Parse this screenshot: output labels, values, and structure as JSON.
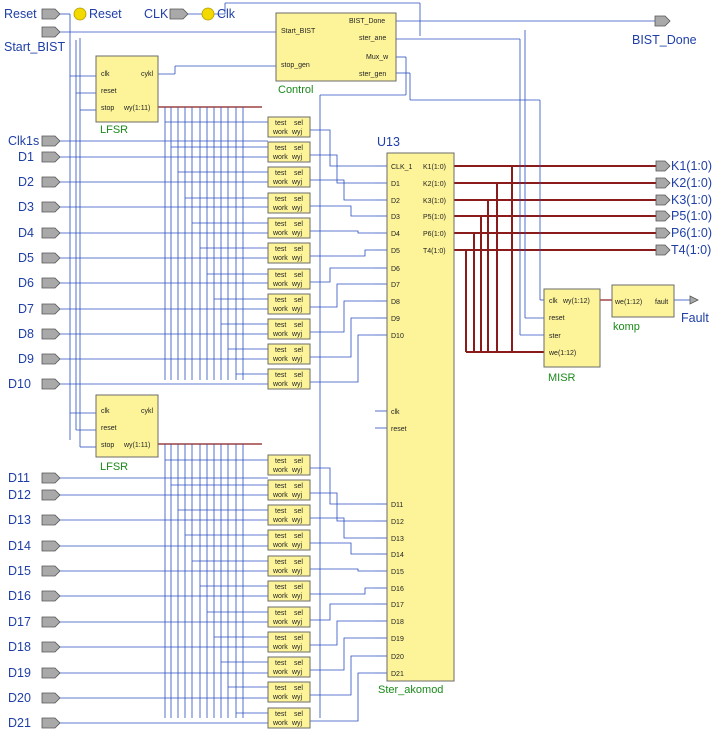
{
  "top": {
    "reset_label": "Reset",
    "reset_probe": "Reset",
    "clk_label": "CLK",
    "clk_probe": "Clk",
    "start_bist": "Start_BIST",
    "bist_done_out": "BIST_Done"
  },
  "control": {
    "name": "Control",
    "pins_left": [
      "Start_BIST",
      "stop_gen"
    ],
    "pins_right": [
      "BIST_Done",
      "ster_ane",
      "Mux_w",
      "ster_gen"
    ]
  },
  "lfsr": {
    "name": "LFSR",
    "pins_left": [
      "clk",
      "reset",
      "stop"
    ],
    "pins_right": [
      "cykl",
      "wy(1:11)"
    ]
  },
  "mux": {
    "pins_top": [
      "test",
      "sel"
    ],
    "pins_bottom": [
      "work",
      "wyj"
    ]
  },
  "inputs_group1": [
    "Clk1s",
    "D1",
    "D2",
    "D3",
    "D4",
    "D5",
    "D6",
    "D7",
    "D8",
    "D9",
    "D10"
  ],
  "inputs_group2": [
    "D11",
    "D12",
    "D13",
    "D14",
    "D15",
    "D16",
    "D17",
    "D18",
    "D19",
    "D20",
    "D21"
  ],
  "ster": {
    "instance": "U13",
    "name": "Ster_akomod",
    "pins_left": [
      "CLK_1",
      "D1",
      "D2",
      "D3",
      "D4",
      "D5",
      "D6",
      "D7",
      "D8",
      "D9",
      "D10",
      "clk",
      "reset",
      "D11",
      "D12",
      "D13",
      "D14",
      "D15",
      "D16",
      "D17",
      "D18",
      "D19",
      "D20",
      "D21"
    ],
    "pins_right": [
      "K1(1:0)",
      "K2(1:0)",
      "K3(1:0)",
      "P5(1:0)",
      "P6(1:0)",
      "T4(1:0)"
    ]
  },
  "outputs": [
    "K1(1:0)",
    "K2(1:0)",
    "K3(1:0)",
    "P5(1:0)",
    "P6(1:0)",
    "T4(1:0)"
  ],
  "misr": {
    "name": "MISR",
    "pins_left": [
      "clk",
      "reset",
      "ster",
      "we(1:12)"
    ],
    "pins_right": [
      "wy(1:12)"
    ]
  },
  "komp": {
    "name": "komp",
    "pins_left": [
      "we(1:12)"
    ],
    "pins_right": [
      "fault"
    ]
  },
  "fault_out": "Fault",
  "colors": {
    "label_blue": "#1f3fa6",
    "name_green": "#1a8a1a",
    "box_fill": "#fdf49a",
    "wire": "#2a4fc0",
    "bus": "#8b1a1a"
  }
}
